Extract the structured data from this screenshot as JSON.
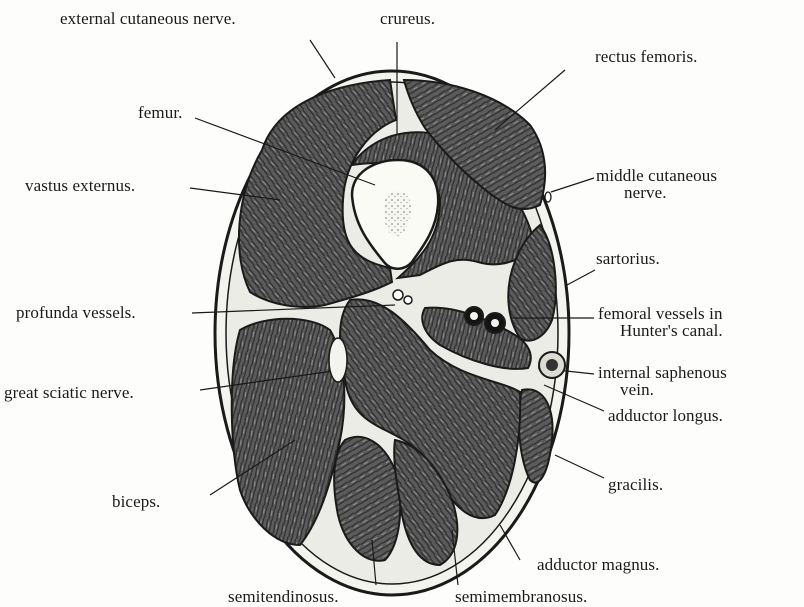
{
  "labels": {
    "external_cutaneous_nerve": "external cutaneous nerve.",
    "crureus": "crureus.",
    "rectus_femoris": "rectus femoris.",
    "femur": "femur.",
    "vastus_externus": "vastus externus.",
    "middle_cutaneous_nerve_1": "middle cutaneous",
    "middle_cutaneous_nerve_2": "nerve.",
    "sartorius": "sartorius.",
    "profunda_vessels": "profunda vessels.",
    "femoral_vessels_1": "femoral vessels in",
    "femoral_vessels_2": "Hunter's canal.",
    "internal_saphenous_1": "internal saphenous",
    "internal_saphenous_2": "vein.",
    "great_sciatic_nerve": "great sciatic nerve.",
    "adductor_longus": "adductor longus.",
    "gracilis": "gracilis.",
    "biceps": "biceps.",
    "adductor_magnus": "adductor magnus.",
    "semitendinosus": "semitendinosus.",
    "semimembranosus": "semimembranosus."
  },
  "colors": {
    "ink": "#1a1a1a",
    "muscle": "#5e5e5e",
    "muscle_dark": "#3d3d3d",
    "fascia": "#f4f4ef",
    "paper": "#fdfdfb"
  }
}
